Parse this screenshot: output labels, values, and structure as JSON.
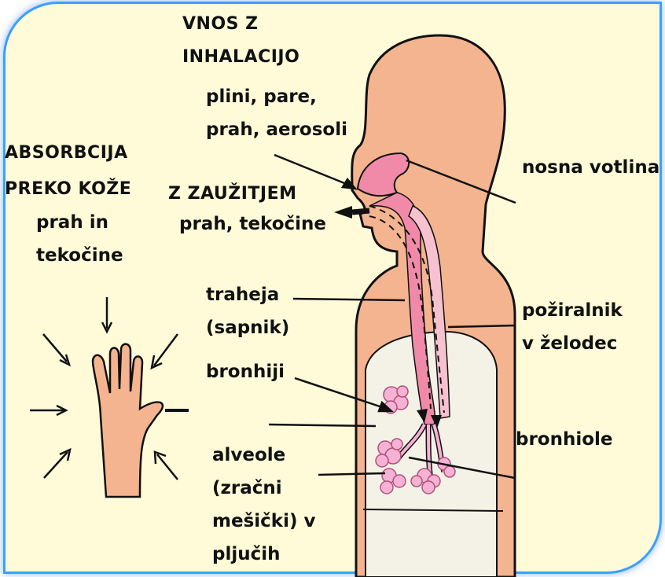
{
  "colors": {
    "skin": "#f3b48f",
    "lung_fill": "#f4f2e6",
    "airway": "#f08aa8",
    "alveoli": "#f6b2d4",
    "border": "#3aa0ff",
    "background": "#fffbd9"
  },
  "labels": {
    "inhalation_title": [
      "VNOS Z",
      "INHALACIJO"
    ],
    "inhalation_items": [
      "plini, pare,",
      "prah, aerosoli"
    ],
    "skin_title": [
      "ABSORBCIJA",
      "PREKO KOŽE"
    ],
    "skin_items": [
      "prah in",
      "tekočine"
    ],
    "ingestion_title": "Z ZAUŽITJEM",
    "ingestion_items": "prah, tekočine",
    "nasal_cavity": "nosna votlina",
    "trachea": [
      "traheja",
      "(sapnik)"
    ],
    "esophagus": [
      "požiralnik",
      "v želodec"
    ],
    "bronchi": "bronhiji",
    "bronchioles": "bronhiole",
    "alveoli": [
      "alveole",
      "(zračni",
      "mešički) v",
      "pljučih"
    ]
  }
}
